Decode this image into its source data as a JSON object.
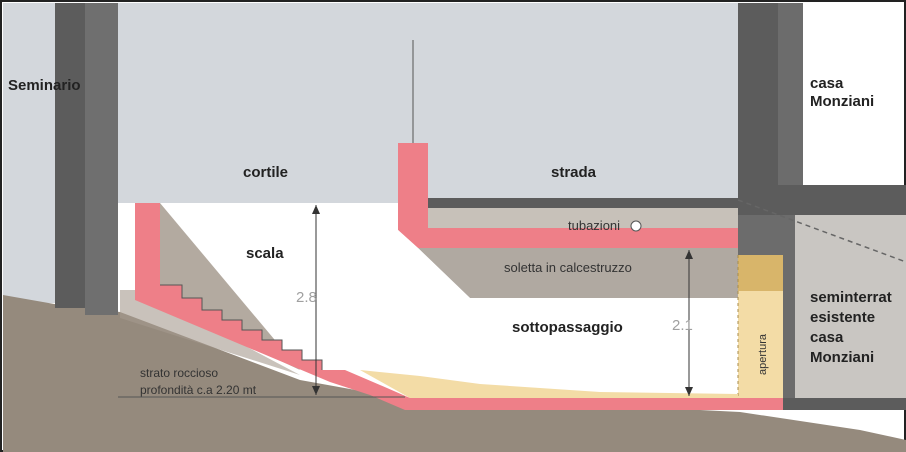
{
  "labels": {
    "seminario": "Seminario",
    "casa_monziani_line1": "casa",
    "casa_monziani_line2": "Monziani",
    "cortile": "cortile",
    "strada": "strada",
    "tubazioni": "tubazioni",
    "soletta": "soletta in calcestruzzo",
    "scala": "scala",
    "dimension_left": "2.8",
    "dimension_right": "2.1",
    "sottopassaggio": "sottopassaggio",
    "apertura": "apertura",
    "seminterrato_line1": "seminterrat",
    "seminterrato_line2": "esistente",
    "seminterrato_line3": "casa",
    "seminterrato_line4": "Monziani",
    "strato_line1": "strato roccioso",
    "strato_line2": "profondità c.a 2.20 mt"
  },
  "colors": {
    "sky": "#d3d7dc",
    "wall": "#5c5c5c",
    "wall_side": "#6c6c6c",
    "ground": "#958a7d",
    "ground_light": "#b3aaa0",
    "concrete": "#c7c1b9",
    "concrete_dark": "#a9a29b",
    "pink": "#ee7f88",
    "pink_fill": "#f2a7ad",
    "cream": "#f3dca6",
    "ochre": "#d8b56a",
    "text": "#222222",
    "dim_text": "#a0a0a0"
  }
}
